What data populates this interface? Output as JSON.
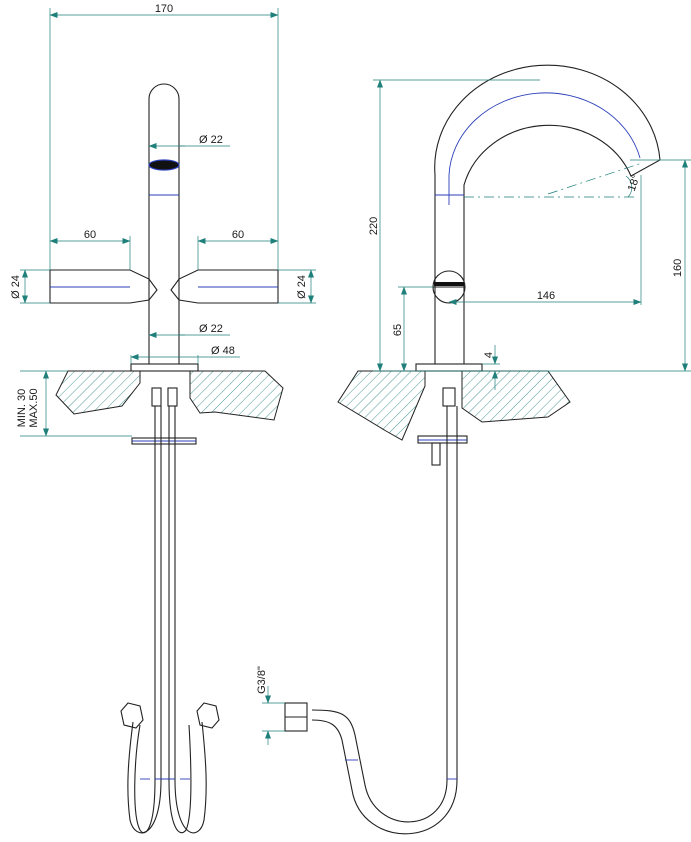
{
  "colors": {
    "outline": "#222222",
    "dimension": "#1f7f7a",
    "accent": "#2b3fb8",
    "background": "#ffffff"
  },
  "front_view": {
    "width_total": "170",
    "spout_diameter": "Ø 22",
    "left_handle_length": "60",
    "right_handle_length": "60",
    "left_handle_diameter": "Ø 24",
    "right_handle_diameter": "Ø 24",
    "body_diameter": "Ø 22",
    "base_diameter": "Ø 48",
    "deck_min": "MIN. 30",
    "deck_max": "MAX.50"
  },
  "side_view": {
    "height_total": "220",
    "spout_height": "160",
    "spout_reach": "146",
    "spout_angle": "18°",
    "handle_height": "65",
    "base_thickness": "4",
    "connection": "G3/8\""
  }
}
